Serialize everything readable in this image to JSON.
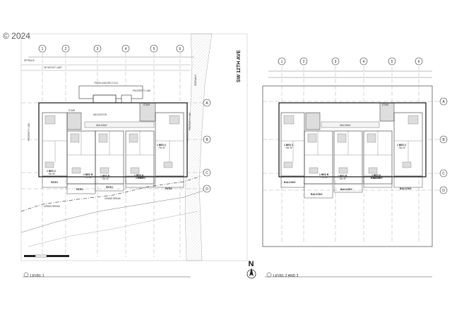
{
  "copyright": "© 2024",
  "street": "SW 12TH AVE",
  "north_label": "N",
  "grid_columns": [
    "1",
    "2",
    "3",
    "4",
    "5",
    "6"
  ],
  "grid_rows": [
    "A",
    "B",
    "C",
    "D"
  ],
  "level1": {
    "title": "LEVEL 1",
    "labels": {
      "trash": "TRASH AND RECYCLE",
      "property_line_top": "PROPERTY LINE",
      "property_line_left": "PROPERTY LINE",
      "property_line_right": "PROPERTY LINE",
      "mech": "MECH/STOR",
      "walkway": "WALKWAY",
      "stair_left": "STAIR",
      "stair_right": "STAIR",
      "height_limit": "35' HEIGHT LIMIT",
      "setback": "SETBACK",
      "grade_break_1": "GRADE BREAK",
      "grade_break_2": "GRADE BREAK",
      "sidewalk": "SIDEWALK"
    },
    "units": [
      {
        "name": "1 BED C",
        "area": "784 SF"
      },
      {
        "name": "1 BED B",
        "area": "776 SF"
      },
      {
        "name": "1 BED B",
        "area": "784 SF"
      },
      {
        "name": "1 BED A",
        "area": "690 SF"
      },
      {
        "name": "1 BED C",
        "area": "794 SF"
      }
    ],
    "patios": [
      "PATIO",
      "PATIO",
      "PATIO",
      "PATIO",
      "PATIO"
    ]
  },
  "level2": {
    "title": "LEVEL 2 AND 3",
    "labels": {
      "walkway": "WALKWAY",
      "stair": "STAIR"
    },
    "units": [
      {
        "name": "1 BED C",
        "area": "784 SF"
      },
      {
        "name": "1 BED B",
        "area": "776 SF"
      },
      {
        "name": "1 BED B",
        "area": "784 SF"
      },
      {
        "name": "1 BED A",
        "area": "690 SF"
      },
      {
        "name": "1 BED C",
        "area": "784 SF"
      }
    ],
    "balconies": [
      "BALCONY",
      "BALCONY",
      "BALCONY",
      "BALCONY",
      "BALCONY"
    ]
  }
}
